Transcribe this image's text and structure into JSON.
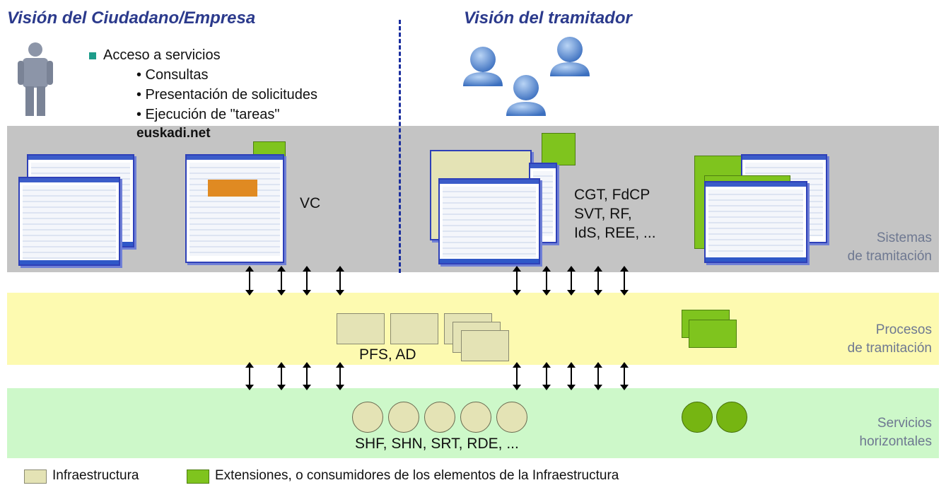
{
  "titles": {
    "citizen": "Visión del Ciudadano/Empresa",
    "processor": "Visión del tramitador"
  },
  "services": {
    "main": "Acceso a servicios",
    "items": [
      "• Consultas",
      "• Presentación de solicitudes",
      "• Ejecución de \"tareas\""
    ]
  },
  "portal": "euskadi.net",
  "labels": {
    "vc": "VC",
    "systems_list": [
      "CGT, FdCP",
      "SVT, RF,",
      "IdS, REE, ..."
    ],
    "pfs": "PFS, AD",
    "horizontal_list": "SHF, SHN, SRT, RDE, ..."
  },
  "bands": {
    "systems": [
      "Sistemas",
      "de tramitación"
    ],
    "processes": [
      "Procesos",
      "de tramitación"
    ],
    "services": [
      "Servicios",
      "horizontales"
    ]
  },
  "legend": {
    "infra": "Infraestructura",
    "ext": "Extensiones, o consumidores de los elementos de la Infraestructura"
  },
  "colors": {
    "infra": "#e4e3b5",
    "extension": "#7fc41e",
    "title": "#2b3a8c",
    "systems_band": "#c4c4c4",
    "processes_band": "#fdfab0",
    "services_band": "#cdf8c9"
  },
  "icons": {
    "citizen": "person-icon",
    "processors": "users-group-icon",
    "connections": "double-arrow-icon"
  }
}
